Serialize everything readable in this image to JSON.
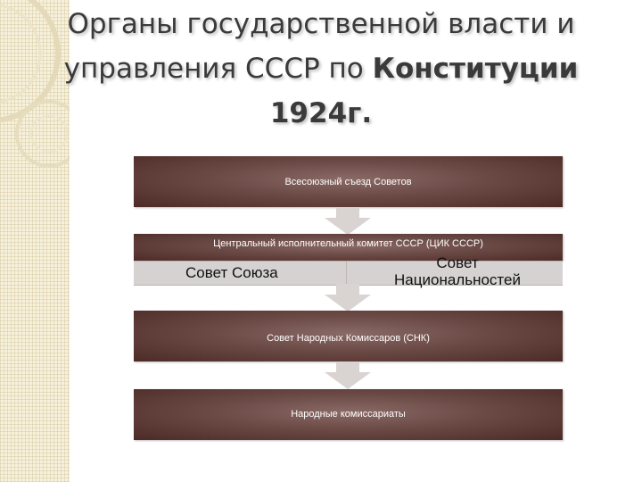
{
  "title": {
    "line1": "Органы государственной власти и",
    "line2_start": "управления СССР по ",
    "line2_bold": "Конституции",
    "line3": "1924г."
  },
  "diagram": {
    "boxes": [
      {
        "id": "congress",
        "label": "Всесоюзный съезд Советов"
      },
      {
        "id": "cec",
        "label": "Центральный исполнительный комитет СССР (ЦИК СССР)"
      },
      {
        "id": "snk",
        "label": "Совет Народных Комиссаров (СНК)"
      },
      {
        "id": "commissariats",
        "label": "Народные комиссариаты"
      }
    ],
    "chambers": {
      "left": "Совет Союза",
      "right_line1": "Совет",
      "right_line2": "Национальностей"
    }
  },
  "colors": {
    "box_dark": "#4c2a26",
    "box_light": "#8a6a66",
    "arrow": "#d9d3d1",
    "chamber_bg": "#d6d2d1",
    "side_strip": "#f7f1dc"
  }
}
